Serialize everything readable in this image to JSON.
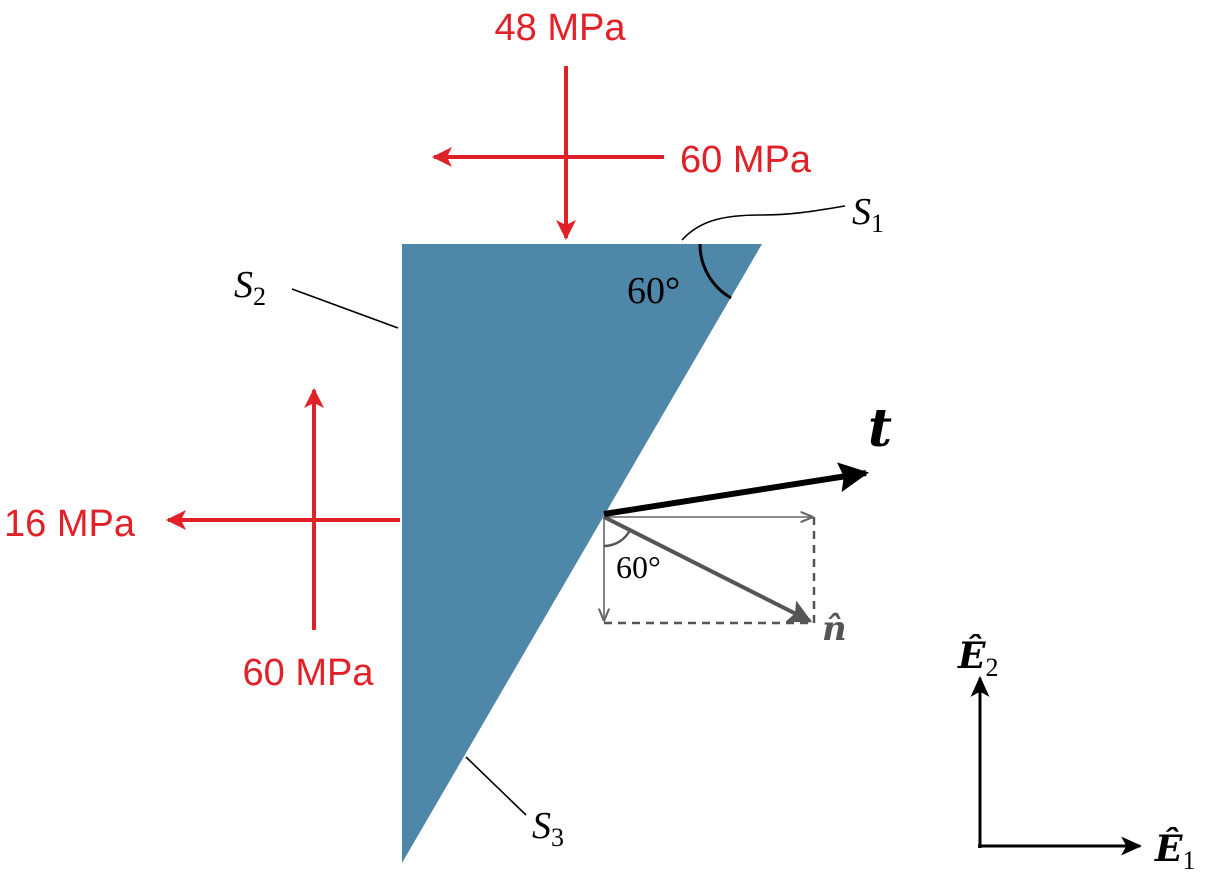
{
  "colors": {
    "wedge": "#4f87a9",
    "stress": "#e02128",
    "normal": "#555555",
    "traction": "#000000"
  },
  "labels": {
    "top_normal": "48 MPa",
    "top_shear": "60 MPa",
    "left_normal": "16 MPa",
    "left_shear": "60 MPa",
    "surface_1": {
      "main": "S",
      "sub": "1"
    },
    "surface_2": {
      "main": "S",
      "sub": "2"
    },
    "surface_3": {
      "main": "S",
      "sub": "3"
    },
    "angle_top": "60°",
    "angle_normal": "60°",
    "traction": "t",
    "normal": "n̂",
    "basis_1": {
      "main": "Ê",
      "sub": "1"
    },
    "basis_2": {
      "main": "Ê",
      "sub": "2"
    }
  }
}
